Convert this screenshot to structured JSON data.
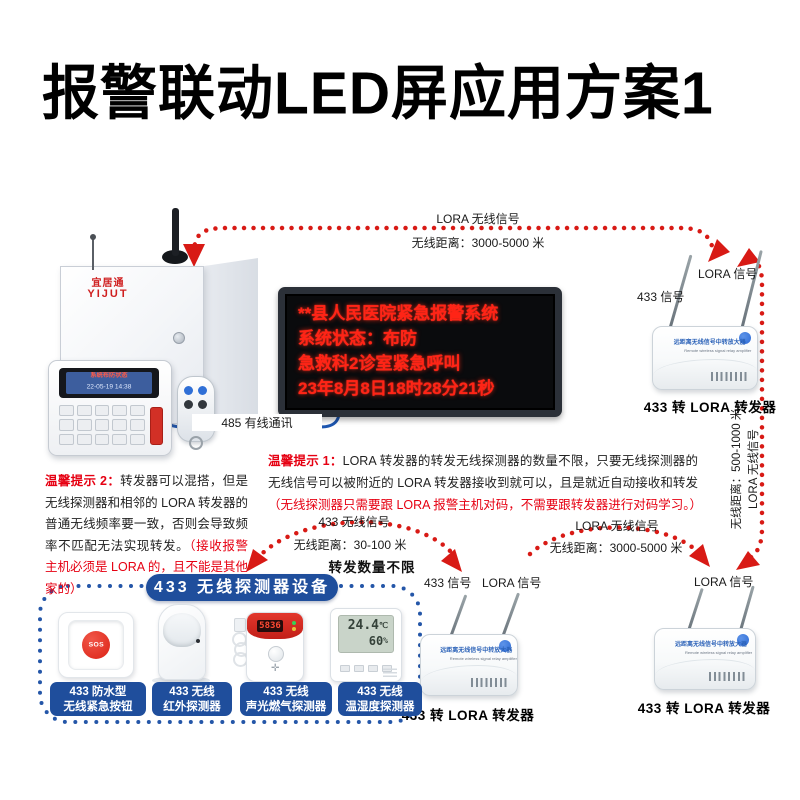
{
  "title": "报警联动LED屏应用方案1",
  "colors": {
    "signal_red": "#d81a15",
    "brand_blue": "#1f4e9c",
    "led_red": "#ff2416"
  },
  "panel": {
    "brand_cn": "宜居通",
    "brand_en": "YIJUT",
    "lcd_status": "系统布防状态",
    "lcd_time": "22-05-19 14:38"
  },
  "led_screen": {
    "line1": "**县人民医院紧急报警系统",
    "line2": "系统状态：布防",
    "line3": "急救科2诊室紧急呼叫",
    "line4": "23年8月8日18时28分21秒"
  },
  "connections": {
    "wired_485": "485 有线通讯",
    "top_link": {
      "name": "LORA 无线信号",
      "distance": "无线距离：3000-5000 米"
    },
    "right_link": {
      "name": "LORA 无线信号",
      "distance": "无线距离：500-1000 米"
    },
    "detector_link": {
      "name": "433 无线信号",
      "distance": "无线距离：30-100 米",
      "note": "转发数量不限"
    },
    "relay_link": {
      "name": "LORA 无线信号",
      "distance": "无线距离：3000-5000 米"
    }
  },
  "signal_labels": {
    "sig_433": "433 信号",
    "sig_lora": "LORA 信号"
  },
  "repeater": {
    "device_name": "远距离无线信号中转放大器",
    "device_name_en": "Remote wireless signal relay amplifier",
    "caption": "433 转 LORA 转发器"
  },
  "tips": {
    "tip1_title": "温馨提示 1：",
    "tip1_body": "LORA 转发器的转发无线探测器的数量不限，只要无线探测器的无线信号可以被附近的 LORA 转发器接收到就可以，且是就近自动接收和转发",
    "tip1_note": "（无线探测器只需要跟 LORA 报警主机对码，不需要跟转发器进行对码学习。）",
    "tip2_title": "温馨提示 2：",
    "tip2_body": "转发器可以混搭，但是无线探测器和相邻的 LORA 转发器的普通无线频率要一致，否则会导致频率不匹配无法实现转发。",
    "tip2_note": "（接收报警主机必须是 LORA 的，且不能是其他家的）"
  },
  "detector_box": {
    "banner": "433 无线探测器设备",
    "sos_text": "SOS",
    "gas_display": "5836",
    "temp_value": "24.4",
    "temp_unit": "℃",
    "hum_value": "60",
    "hum_unit": "%",
    "items": [
      {
        "line1": "433 防水型",
        "line2": "无线紧急按钮"
      },
      {
        "line1": "433 无线",
        "line2": "红外探测器"
      },
      {
        "line1": "433 无线",
        "line2": "声光燃气探测器"
      },
      {
        "line1": "433 无线",
        "line2": "温湿度探测器"
      }
    ]
  }
}
